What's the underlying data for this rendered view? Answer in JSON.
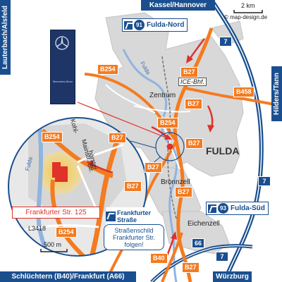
{
  "map": {
    "edge_labels": {
      "top": "Kassel/Hannover",
      "left": "Lauterbach/Alsfeld",
      "right": "Hilders/Tann",
      "bottom_left": "Schlüchtern (B40)/Frankfurt (A66)",
      "bottom_right": "Würzburg"
    },
    "scale": {
      "main": "2 km",
      "inset": "500 m"
    },
    "copyright": "© map-design.de",
    "exits": {
      "north": {
        "number": "91",
        "label": "Fulda-Nord"
      },
      "south": {
        "number": "93",
        "label": "Fulda-Süd"
      }
    },
    "motorway_shields": [
      "7",
      "7",
      "7",
      "66"
    ],
    "road_labels": [
      "B254",
      "B27",
      "B458",
      "B27",
      "B254",
      "B27",
      "B27",
      "B27",
      "B27",
      "B40",
      "B27"
    ],
    "inset_road_labels": [
      "B254",
      "B27",
      "B254"
    ],
    "place_labels": {
      "city": "FULDA",
      "center": "Zentrum",
      "ice": "ICE-Bhf.",
      "bronnzell": "Bronnzell",
      "eichenzell": "Eichenzell",
      "river": "Fulda",
      "inset_river": "Fulda",
      "street_kohl": "Kohl-",
      "street_haerster": "härster",
      "street_str": "Str.",
      "street_mainstr": "Mainstr.",
      "road_l3418": "L3418"
    },
    "destination_label": "Frankfurter Str. 125",
    "exit_sign": {
      "line1": "Frankfurter",
      "line2": "Straße"
    },
    "note": {
      "line1": "Straßenschild",
      "line2": "Frankfurter Str.",
      "line3": "folgen!"
    },
    "dealer_sign_text": "Mercedes-Benz",
    "colors": {
      "motorway": "#1a4f8f",
      "federal_road": "#f47b20",
      "route": "#e0312a",
      "urban": "#d8d8d8",
      "highlight": "#f5c53a"
    }
  }
}
